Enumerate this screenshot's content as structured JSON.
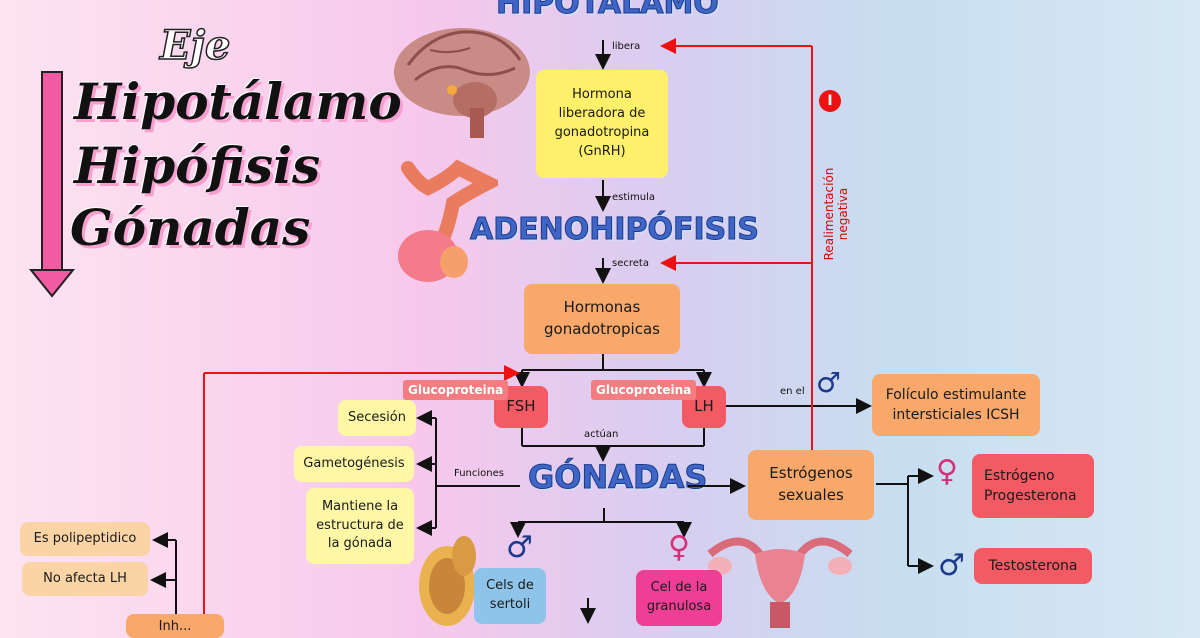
{
  "title": {
    "eje": "Eje",
    "line1": "Hipotálamo",
    "line2": "Hipófisis",
    "line3": "Gónadas"
  },
  "headings": {
    "hipotalamo": "HIPOTÁLAMO",
    "adenohipofisis": "ADENOHIPÓFISIS",
    "gonadas": "GÓNADAS"
  },
  "boxes": {
    "gnrh": "Hormona liberadora de gonadotropina (GnRH)",
    "gonadotropicas": "Hormonas gonadotropicas",
    "fsh": "FSH",
    "lh": "LH",
    "folic": "Folículo estimulante intersticiales ICSH",
    "secesion": "Secesión",
    "gametogenesis": "Gametogénesis",
    "mantiene": "Mantiene la estructura de la gónada",
    "estrogenos": "Estrógenos sexuales",
    "estrogeno_prog": "Estrógeno Progesterona",
    "testosterona": "Testosterona",
    "sertoli": "Cels de sertoli",
    "granulosa": "Cel de la granulosa",
    "polipeptidico": "Es polipeptidico",
    "no_afecta": "No afecta LH",
    "bottom_left": "Inh..."
  },
  "tags": {
    "gluco1": "Glucoproteina",
    "gluco2": "Glucoproteina"
  },
  "labels": {
    "libera": "libera",
    "estimula": "estimula",
    "secreta": "secreta",
    "en_el": "en el",
    "actuan": "actúan",
    "funciones": "Funciones",
    "realimentacion": "Realimentación negativa",
    "minus": "I"
  },
  "colors": {
    "accent_red": "#e11",
    "heading_blue": "#3f66c6",
    "male": "#1b3a8a",
    "female": "#d6307a"
  },
  "icons": [
    "brain-image",
    "pituitary-image",
    "testis-image",
    "uterus-image",
    "male-symbol",
    "female-symbol"
  ]
}
